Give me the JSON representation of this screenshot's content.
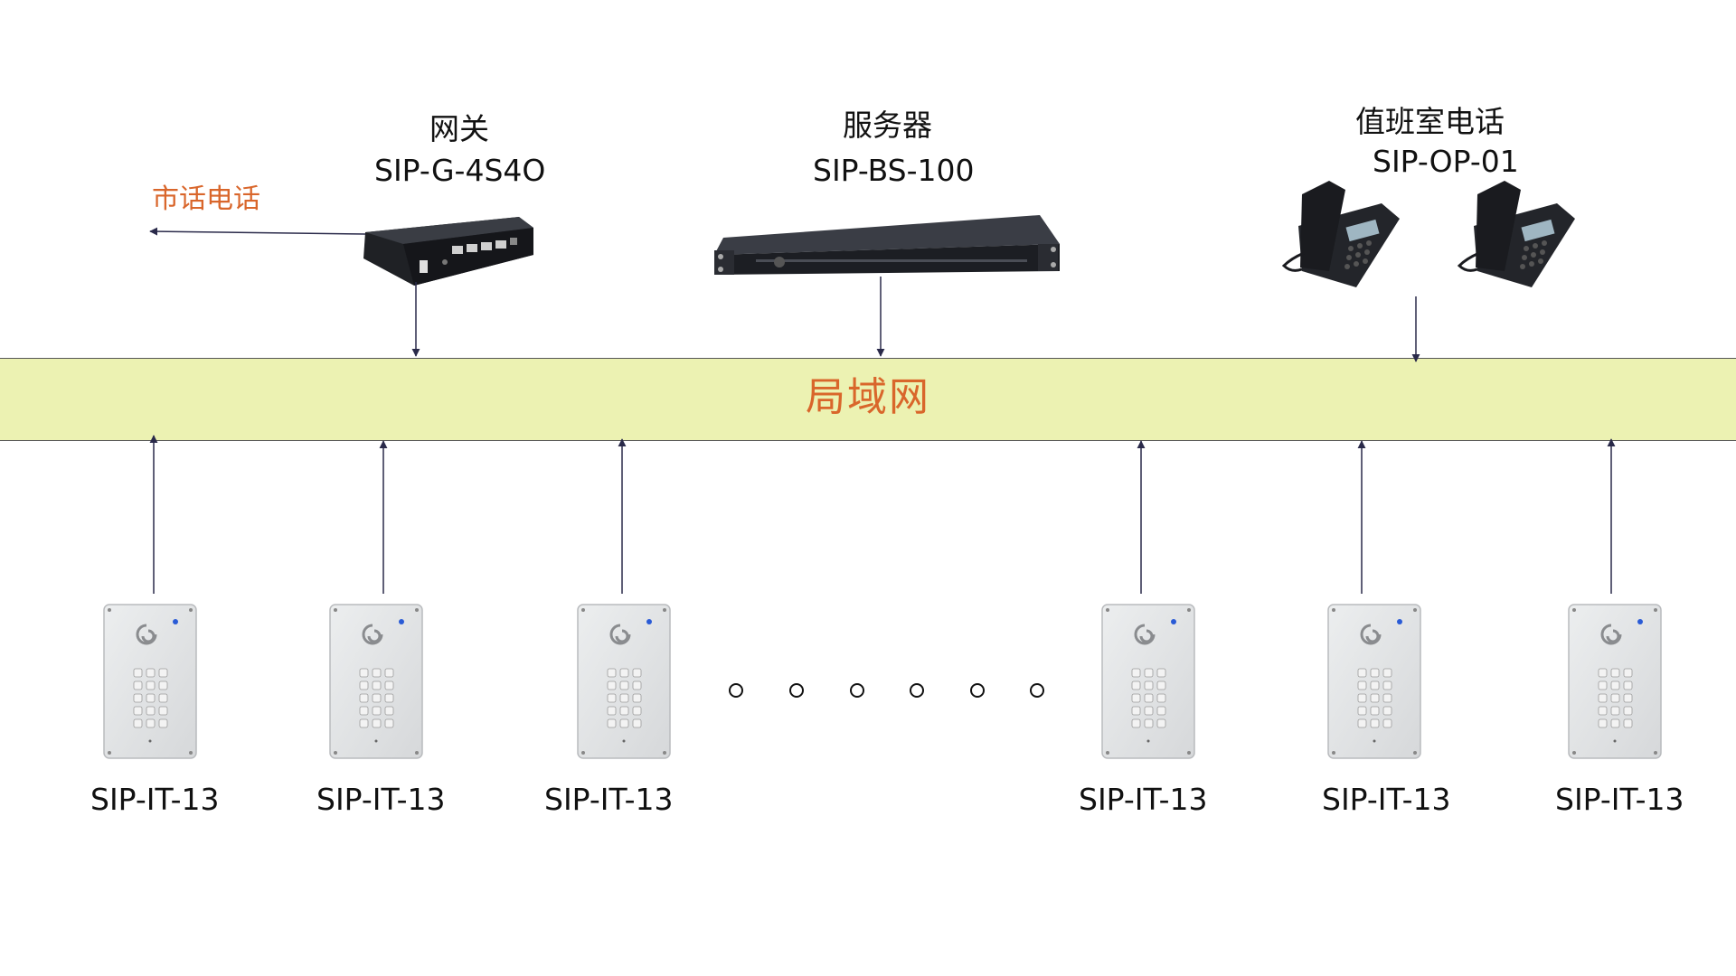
{
  "labels": {
    "gateway_title": "网关",
    "gateway_model": "SIP-G-4S4O",
    "pstn": "市话电话",
    "server_title": "服务器",
    "server_model": "SIP-BS-100",
    "duty_title": "值班室电话",
    "duty_model": "SIP-OP-01",
    "lan": "局域网"
  },
  "intercoms": [
    {
      "model": "SIP-IT-13"
    },
    {
      "model": "SIP-IT-13"
    },
    {
      "model": "SIP-IT-13"
    },
    {
      "model": "SIP-IT-13"
    },
    {
      "model": "SIP-IT-13"
    },
    {
      "model": "SIP-IT-13"
    }
  ],
  "ellipsis_count": 6,
  "colors": {
    "lan_band": "#ecf2b2",
    "accent_orange": "#d9662b",
    "line": "#2a2a4a",
    "device_dark": "#2b2d33",
    "panel_silver": "#d6d8da",
    "led_blue": "#2a5bd6"
  }
}
